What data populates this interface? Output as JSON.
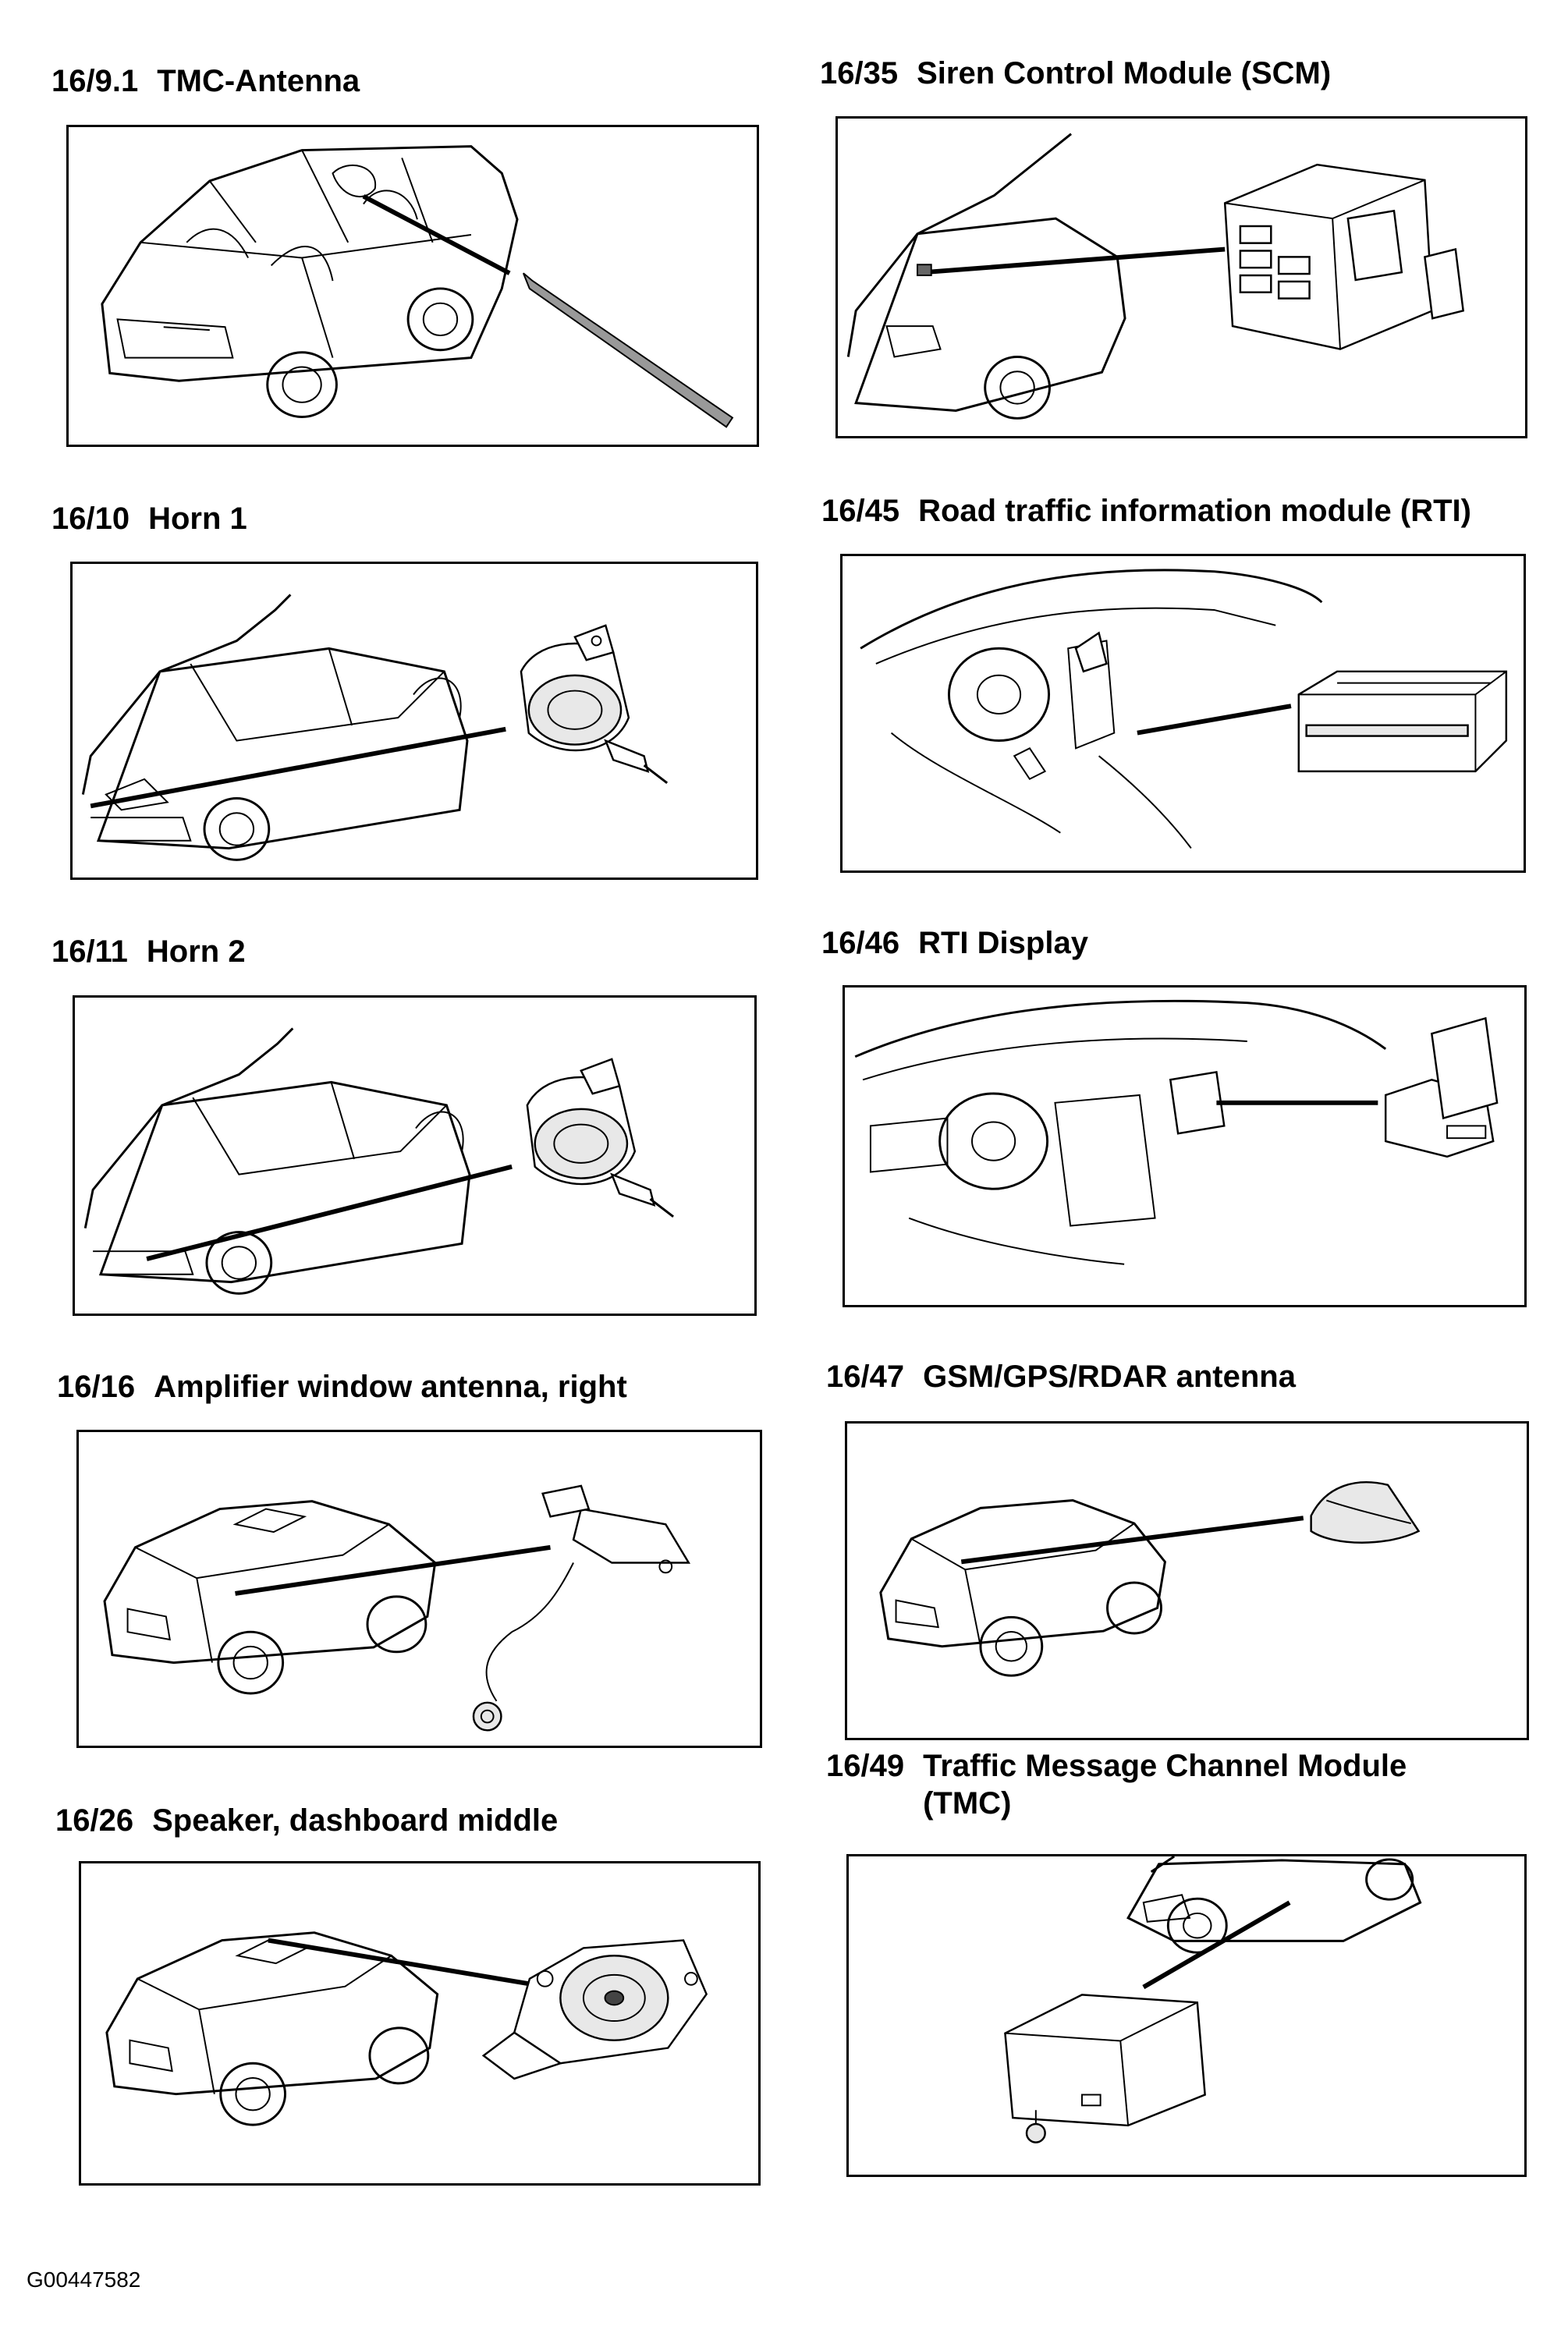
{
  "figures": [
    {
      "code": "16/9.1",
      "title": "TMC-Antenna"
    },
    {
      "code": "16/35",
      "title": "Siren Control Module (SCM)"
    },
    {
      "code": "16/10",
      "title": "Horn 1"
    },
    {
      "code": "16/45",
      "title": "Road traffic information module (RTI)"
    },
    {
      "code": "16/11",
      "title": "Horn 2"
    },
    {
      "code": "16/46",
      "title": "RTI Display"
    },
    {
      "code": "16/16",
      "title": "Amplifier window antenna, right"
    },
    {
      "code": "16/47",
      "title": "GSM/GPS/RDAR antenna"
    },
    {
      "code": "16/26",
      "title": "Speaker, dashboard middle"
    },
    {
      "code": "16/49",
      "title": "Traffic Message Channel Module (TMC)"
    }
  ],
  "footer": {
    "document_code": "G00447582"
  }
}
